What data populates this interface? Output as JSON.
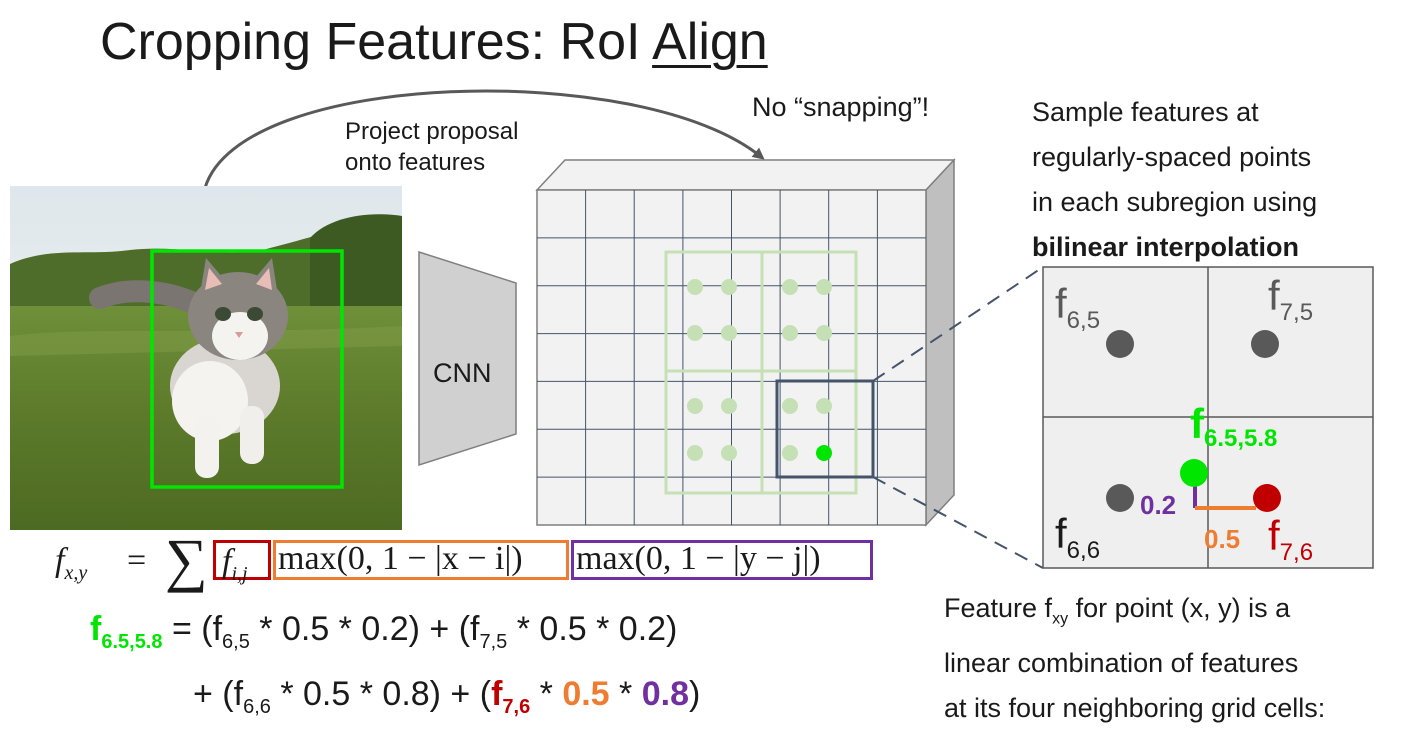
{
  "title_prefix": "Cropping Features: RoI ",
  "title_underlined": "Align",
  "project_line1": "Project proposal",
  "project_line2": "onto features",
  "no_snapping": "No “snapping”!",
  "cnn_label": "CNN",
  "sample_line1": "Sample features at",
  "sample_line2": "regularly-spaced points",
  "sample_line3": "in each subregion using",
  "sample_bold": "bilinear interpolation",
  "grid_labels": {
    "f65_base": "f",
    "f65_sub": "6,5",
    "f75_base": "f",
    "f75_sub": "7,5",
    "f66_base": "f",
    "f66_sub": "6,6",
    "f76_base": "f",
    "f76_sub": "7,6",
    "fsample_base": "f",
    "fsample_sub": "6.5,5.8",
    "dist_y": "0.2",
    "dist_x": "0.5"
  },
  "formula": {
    "lhs": "f",
    "lhs_sub": "x,y",
    "eq": "=",
    "sum": "∑",
    "term1": "f",
    "term1_sub": "i,j",
    "term2": "max(0, 1 − |x − i|)",
    "term3": "max(0, 1 − |y − j|)"
  },
  "equation": {
    "line1_lhs": "f",
    "line1_lhs_sub": "6.5,5.8",
    "line1_a": " = (f",
    "line1_a_sub": "6,5",
    "line1_b": " * 0.5 * 0.2) + (f",
    "line1_b_sub": "7,5",
    "line1_c": " * 0.5 * 0.2)",
    "line2_a": "+ (f",
    "line2_a_sub": "6,6",
    "line2_b": " * 0.5 * 0.8) + (",
    "line2_red": "f",
    "line2_red_sub": "7,6",
    "line2_c": " * ",
    "line2_orange": "0.5",
    "line2_d": " * ",
    "line2_purple": "0.8",
    "line2_e": ")"
  },
  "feature_line1_a": "Feature f",
  "feature_line1_sub": "xy",
  "feature_line1_b": " for point (x, y) is a",
  "feature_line2": "linear combination of features",
  "feature_line3": "at its four neighboring grid cells:",
  "colors": {
    "green": "#00e600",
    "light_green": "#c5e0b4",
    "red": "#c00000",
    "orange": "#ee7d31",
    "purple": "#7030a0",
    "navy": "#44546a",
    "gray": "#595959"
  }
}
